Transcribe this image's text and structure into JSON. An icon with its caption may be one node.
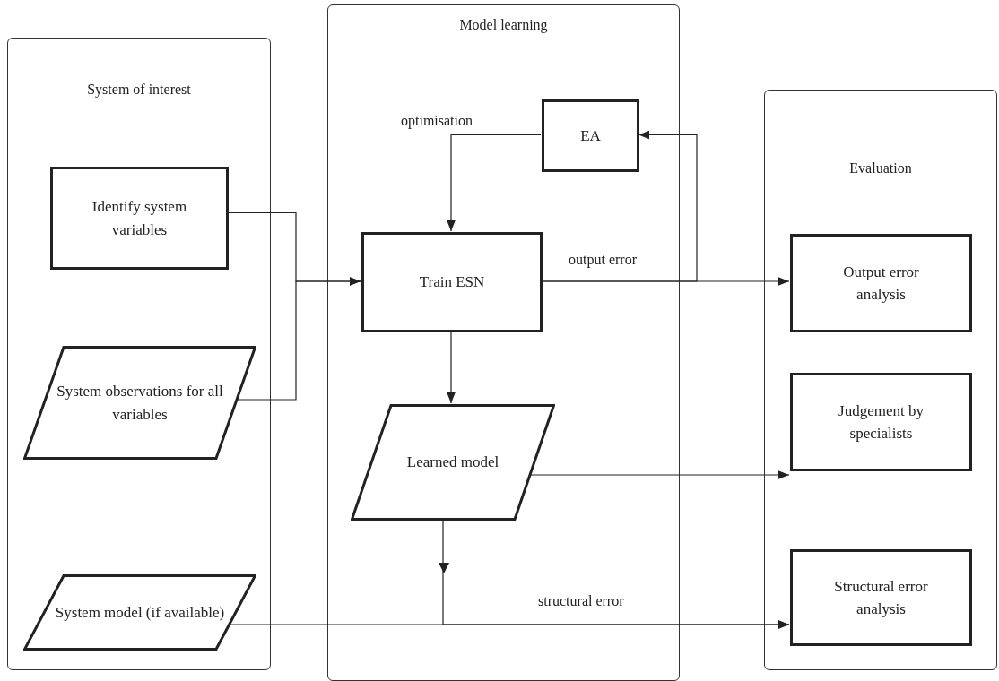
{
  "diagram": {
    "nodes": [
      {
        "text": [
          "System of interest"
        ]
      },
      {
        "text": [
          "Model learning"
        ]
      },
      {
        "text": [
          "Evaluation"
        ]
      },
      {
        "text": [
          "Identify system variables"
        ],
        "in": 0
      },
      {
        "text": [
          "System observations for all variables"
        ],
        "in": 0
      },
      {
        "text": [
          "System model (if available)"
        ],
        "in": 0
      },
      {
        "text": [
          "EA"
        ],
        "in": 1
      },
      {
        "text": [
          "Train ESN"
        ],
        "in": 1
      },
      {
        "text": [
          "Learned model"
        ],
        "in": 1
      },
      {
        "text": [
          "Output error analysis"
        ],
        "in": 2
      },
      {
        "text": [
          "Judgement by specialists"
        ],
        "in": 2
      },
      {
        "text": [
          "Structural error analysis"
        ],
        "in": 2
      }
    ],
    "edges": [
      {
        "from": 3,
        "to": 7,
        "arrow": "to"
      },
      {
        "from": 4,
        "to": 7,
        "arrow": "to"
      },
      {
        "from": 6,
        "to": 7,
        "arrow": "to",
        "label": "optimisation"
      },
      {
        "from": 7,
        "to": 6,
        "arrow": "to"
      },
      {
        "from": 7,
        "to": 9,
        "arrow": "to",
        "label": "output error"
      },
      {
        "from": 7,
        "to": 8,
        "arrow": "to"
      },
      {
        "from": 8,
        "to": 10,
        "arrow": "to"
      },
      {
        "from": 8,
        "to": 11,
        "arrow": "to",
        "label": "structural error"
      },
      {
        "from": 5,
        "to": 11,
        "arrow": "to"
      }
    ]
  }
}
